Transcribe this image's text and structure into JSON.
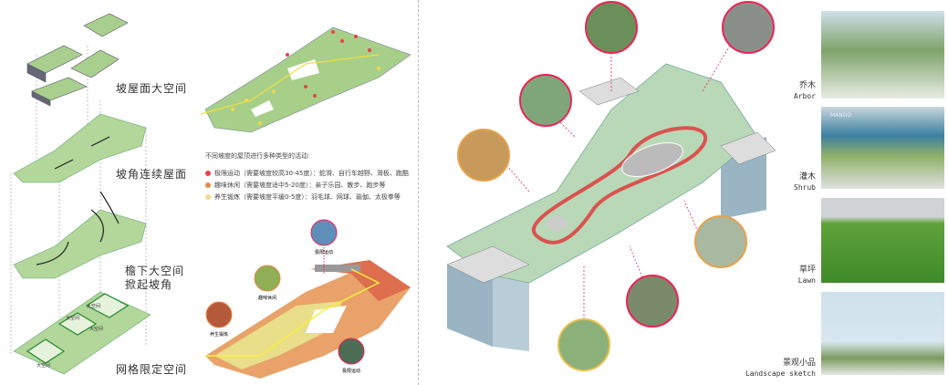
{
  "left_diagram": {
    "layer_labels": [
      "坡屋面大空间",
      "坡角连续屋面",
      "檐下大空间",
      "掀起坡角",
      "网格限定空间"
    ],
    "grid_cell_label": "大空间"
  },
  "activity_legend": {
    "title": "不同坡度的屋顶进行多种类型的活动:",
    "items": [
      {
        "label": "极限运动（需要坡度较高30-45度）：蛇滑、自行车越野、滑板、跑酷",
        "color": "#e8424a"
      },
      {
        "label": "趣味休闲（需要坡度适中5-20度）：亲子乐园、散步、跑步等",
        "color": "#e8894a"
      },
      {
        "label": "养生锻炼（需要坡度平缓0-5度）：羽毛球、网球、瑜伽、太极拳等",
        "color": "#f3d98a"
      }
    ]
  },
  "activity_photos": [
    "极限运动",
    "趣味休闲",
    "养生锻炼",
    "极限运动"
  ],
  "landscape_types": [
    {
      "zh": "乔木",
      "en": "Arbor"
    },
    {
      "zh": "灌木",
      "en": "Shrub"
    },
    {
      "zh": "草坪",
      "en": "Lawn"
    },
    {
      "zh": "景观小品",
      "en": "Landscape sketch"
    }
  ],
  "photo_sign": "MANGO"
}
